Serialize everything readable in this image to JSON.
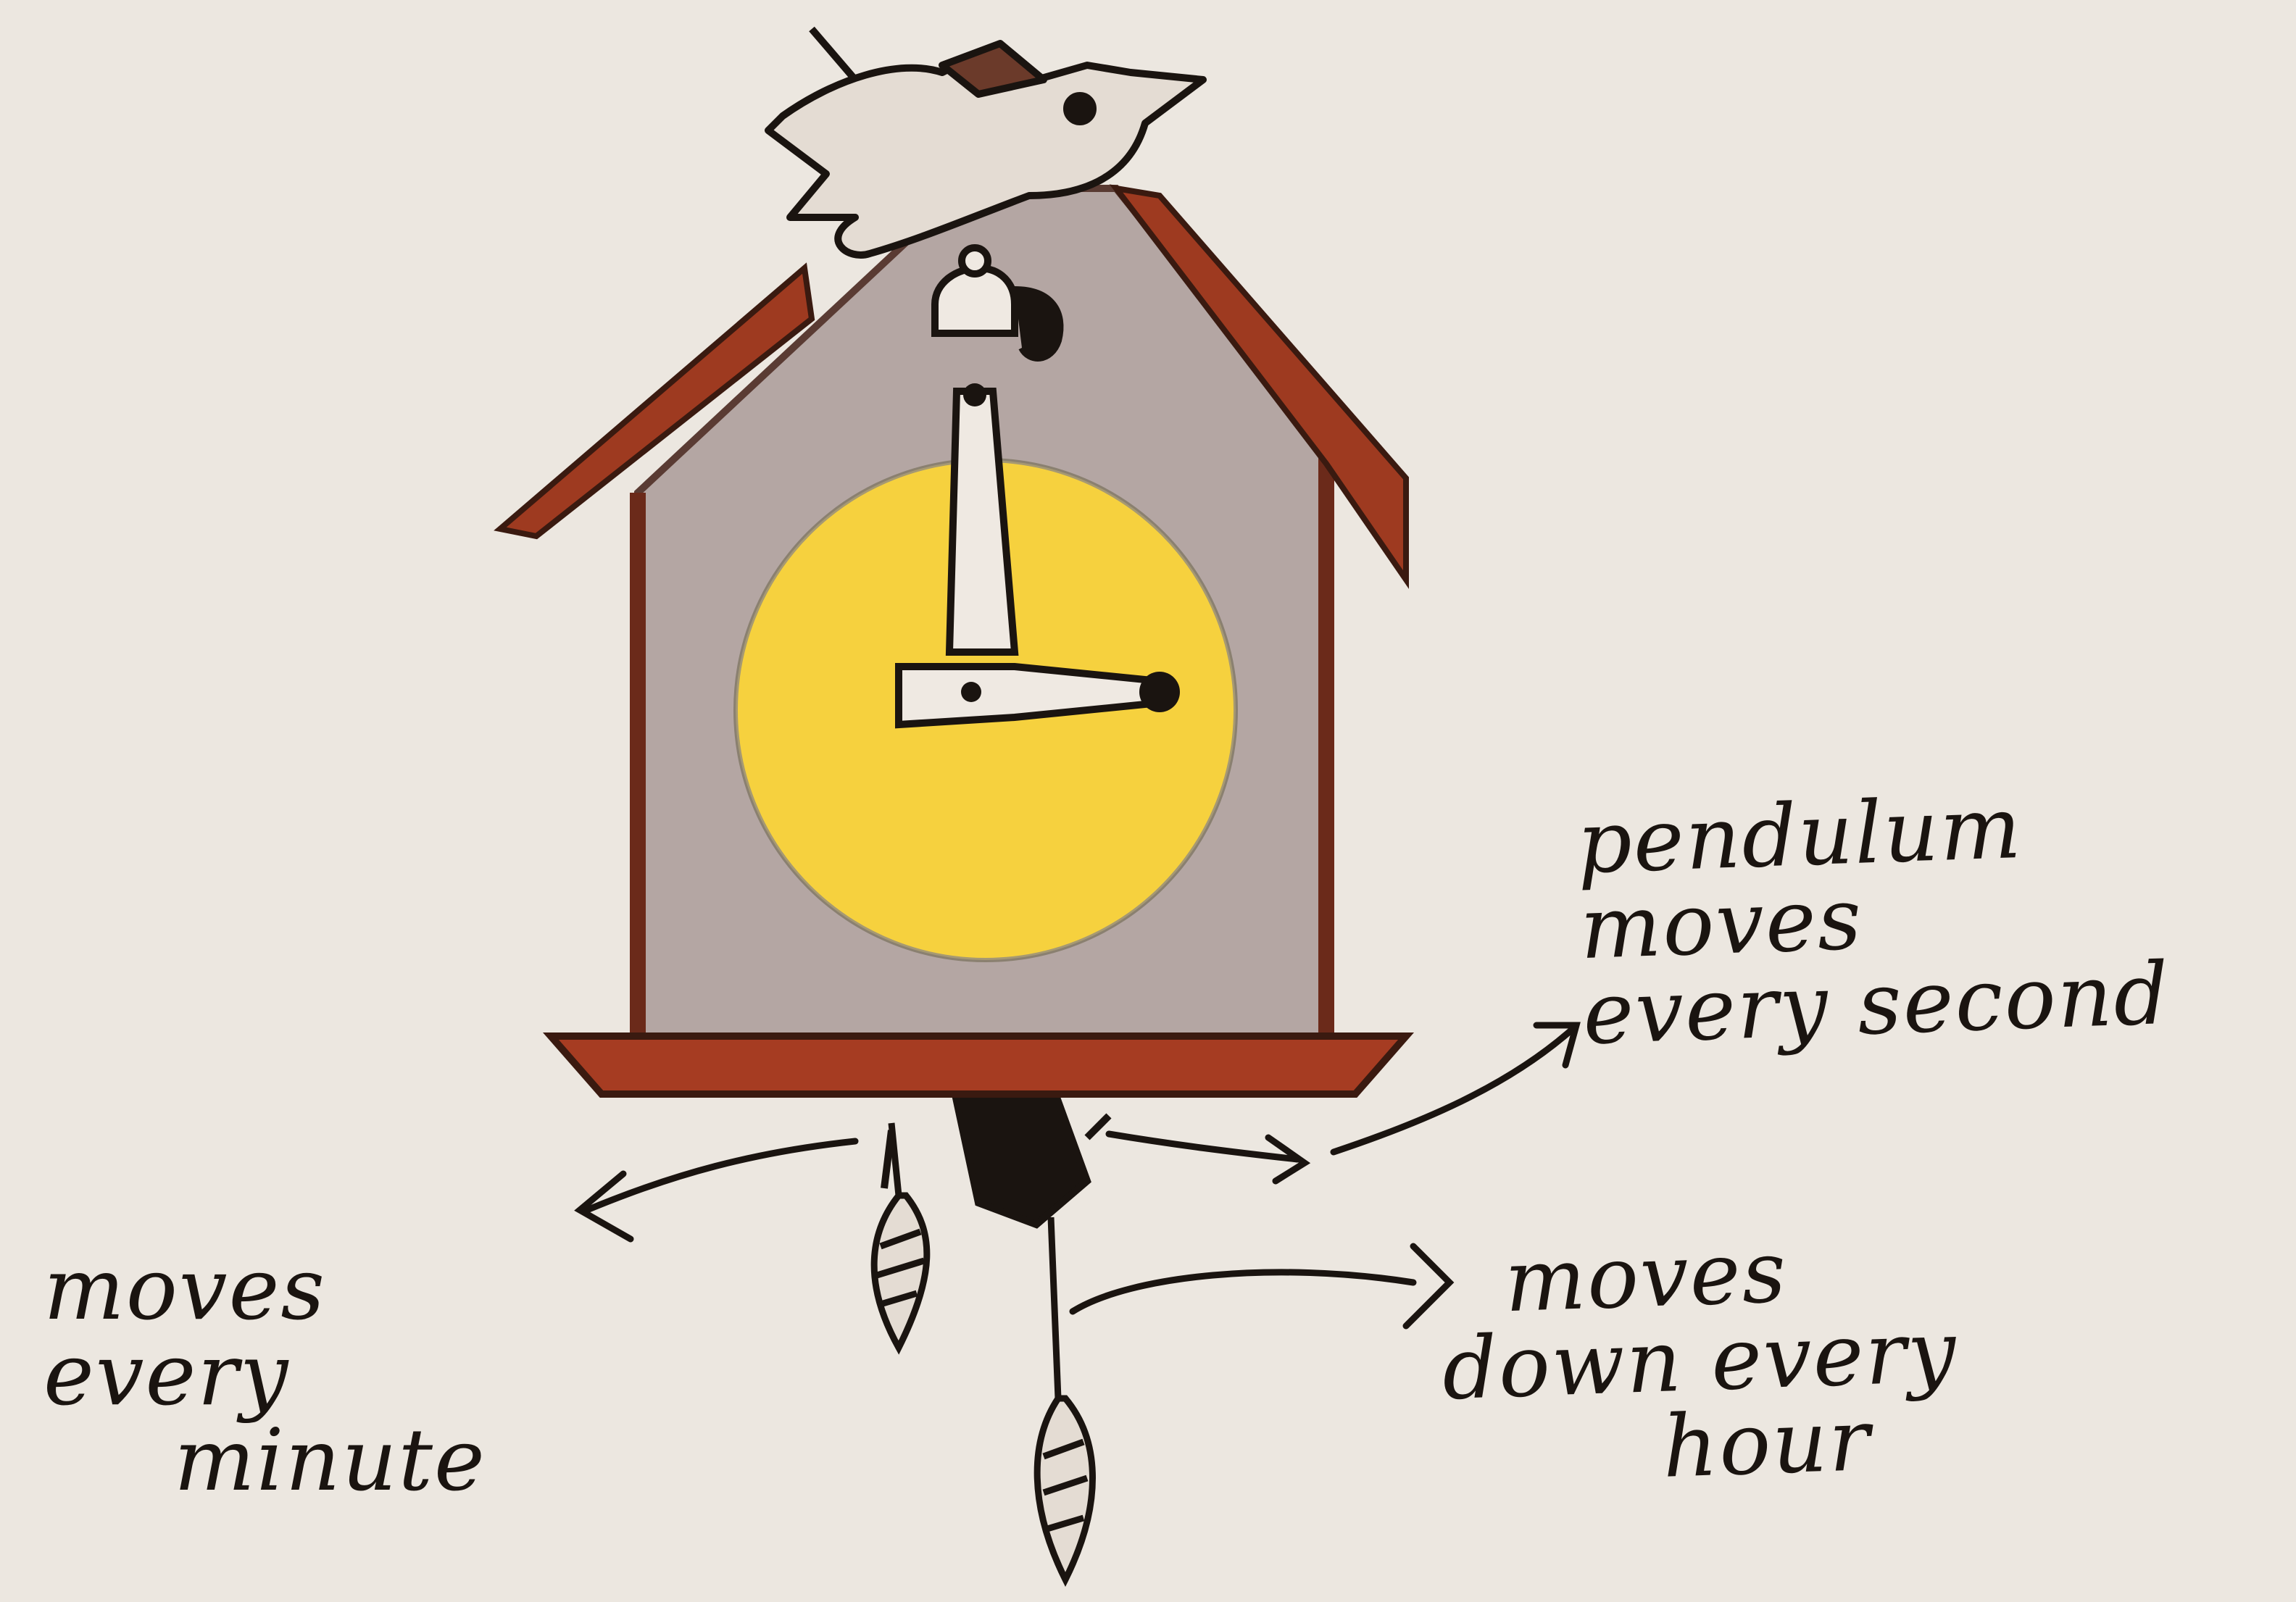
{
  "annotations": {
    "pendulum": [
      "pendulum",
      "moves",
      "every second"
    ],
    "minute_weight": [
      "moves",
      "every",
      "minute"
    ],
    "hour_weight": [
      "moves",
      "down every",
      "hour"
    ]
  },
  "colors": {
    "paper": "#e9e3dc",
    "house_body": "#b4a6a3",
    "roof": "#9e3a20",
    "clock_face": "#f4cb2a",
    "ink": "#1a1410"
  },
  "icons": {
    "topper": "bird-icon",
    "clock": "clock-face-icon",
    "pendulum": "pendulum-icon",
    "weights": "pinecone-weight-icon"
  }
}
